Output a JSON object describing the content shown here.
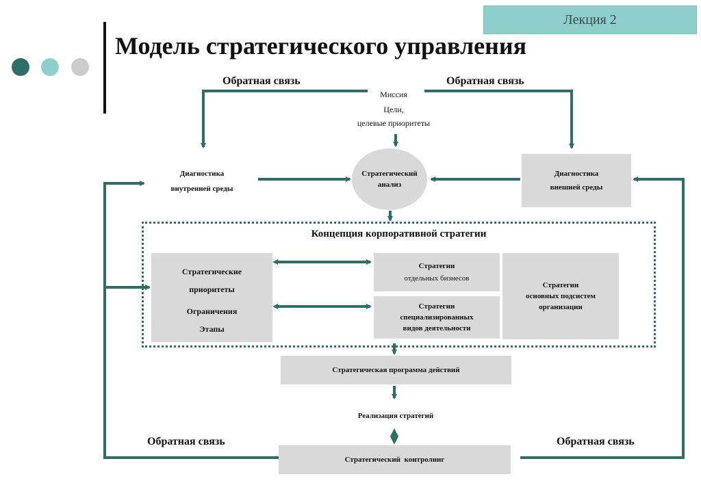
{
  "header": {
    "lecture": "Лекция 2",
    "title": "Модель стратегического управления",
    "dots": [
      "#2e6e68",
      "#8fcfcb",
      "#cccccc"
    ]
  },
  "colors": {
    "arrow": "#2f6e66",
    "box": "#d9d9d9"
  },
  "feedback_labels": {
    "top_left": "Обратная связь",
    "top_right": "Обратная связь",
    "bottom_left": "Обратная связь",
    "bottom_right": "Обратная связь"
  },
  "mission": {
    "line1": "Миссия",
    "line2": "Цели,",
    "line3": "целевые приоритеты"
  },
  "internal_diag": {
    "line1": "Диагностика",
    "line2": "внутренней среды"
  },
  "strategic_analysis": {
    "line1": "Стратегический",
    "line2": "анализ"
  },
  "external_diag": {
    "line1": "Диагностика",
    "line2": "внешней среды"
  },
  "concept": {
    "title": "Концепция корпоративной стратегии",
    "priorities": {
      "line1": "Стратегические",
      "line2": "приоритеты",
      "line3": "Ограничения",
      "line4": "Этапы"
    },
    "business": {
      "line1": "Стратегии",
      "line2": "отдельных бизнесов"
    },
    "specialized": {
      "line1": "Стратегии",
      "line2": "специализированных",
      "line3": "видов деятельности"
    },
    "subsystems": {
      "line1": "Стратегии",
      "line2": "основных подсистем",
      "line3": "организации"
    }
  },
  "program": "Стратегическая программа действий",
  "implementation": "Реализация стратегий",
  "controlling": "Стратегический  контролинг"
}
